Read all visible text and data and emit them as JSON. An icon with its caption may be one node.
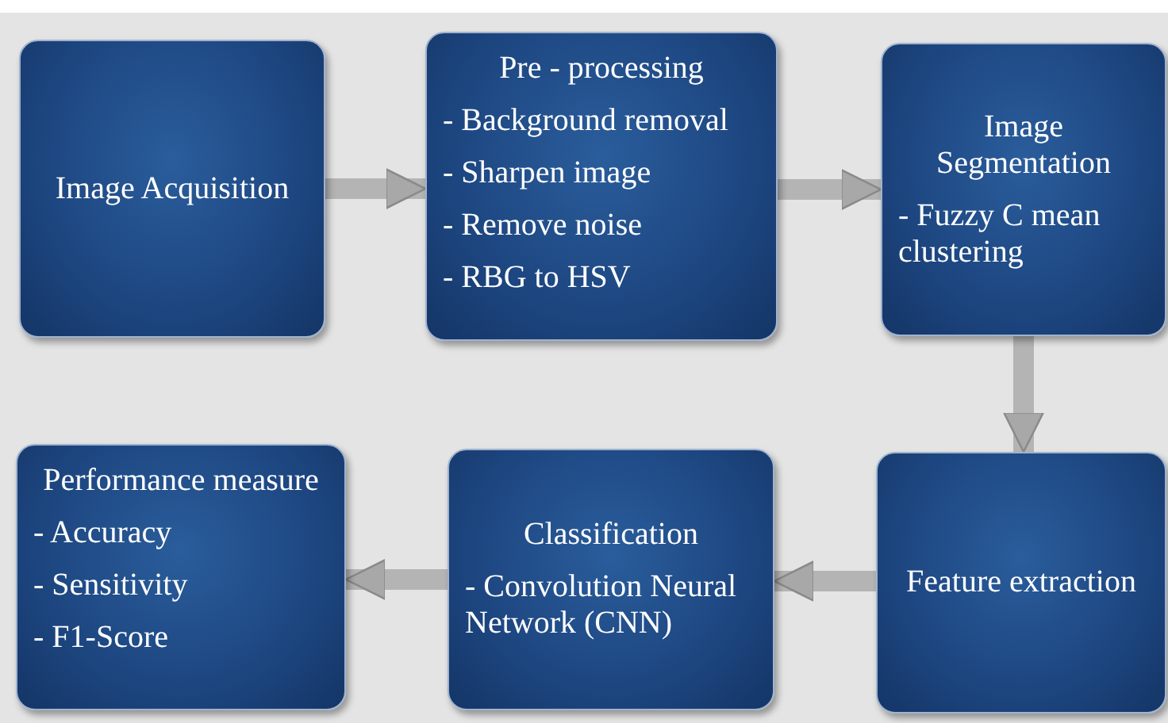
{
  "diagram": {
    "nodes": [
      {
        "text": [
          "Image Acquisition"
        ]
      },
      {
        "text": [
          "Pre - processing",
          "- Background removal",
          "- Sharpen image",
          "- Remove noise",
          "- RBG to HSV"
        ]
      },
      {
        "text": [
          "Image Segmentation",
          "- Fuzzy C mean clustering"
        ]
      },
      {
        "text": [
          "Feature extraction"
        ]
      },
      {
        "text": [
          "Classification",
          "- Convolution Neural Network (CNN)"
        ]
      },
      {
        "text": [
          "Performance measure",
          "- Accuracy",
          "- Sensitivity",
          "- F1-Score"
        ]
      }
    ],
    "edges": [
      {
        "from": 0,
        "to": 1,
        "arrow": "to"
      },
      {
        "from": 1,
        "to": 2,
        "arrow": "to"
      },
      {
        "from": 2,
        "to": 3,
        "arrow": "to"
      },
      {
        "from": 3,
        "to": 4,
        "arrow": "to"
      },
      {
        "from": 4,
        "to": 5,
        "arrow": "to"
      }
    ]
  }
}
